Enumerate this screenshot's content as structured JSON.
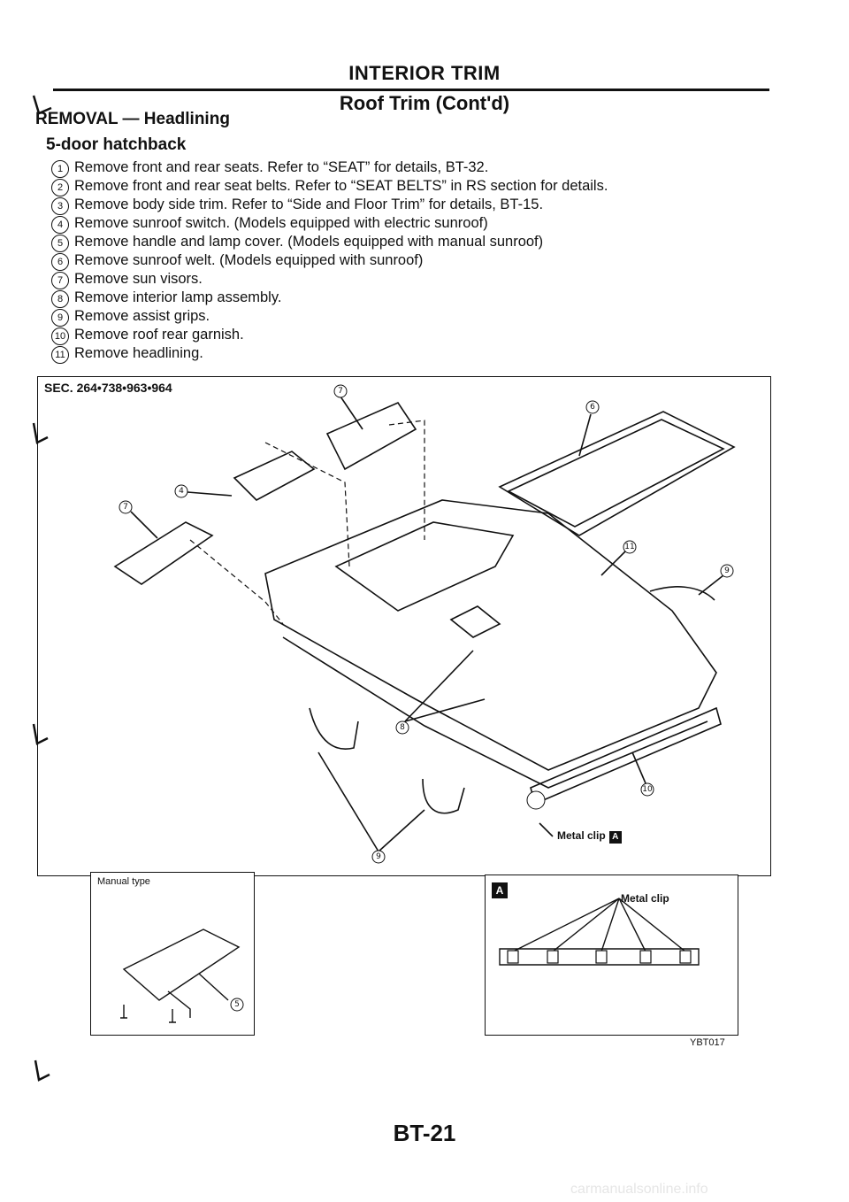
{
  "header": {
    "section_title": "INTERIOR TRIM",
    "subsection_title": "Roof Trim (Cont'd)"
  },
  "removal": {
    "heading": "REMOVAL — Headlining",
    "body_type": "5-door hatchback",
    "steps": [
      {
        "num": "1",
        "text": "Remove front and rear seats. Refer to “SEAT” for details, BT-32."
      },
      {
        "num": "2",
        "text": "Remove front and rear seat belts. Refer to “SEAT BELTS” in RS section for details."
      },
      {
        "num": "3",
        "text": "Remove body side trim. Refer to “Side and Floor Trim” for details, BT-15."
      },
      {
        "num": "4",
        "text": "Remove sunroof switch. (Models equipped with electric sunroof)"
      },
      {
        "num": "5",
        "text": "Remove handle and lamp cover. (Models equipped with manual sunroof)"
      },
      {
        "num": "6",
        "text": "Remove sunroof welt. (Models equipped with sunroof)"
      },
      {
        "num": "7",
        "text": "Remove sun visors."
      },
      {
        "num": "8",
        "text": "Remove interior lamp assembly."
      },
      {
        "num": "9",
        "text": "Remove assist grips."
      },
      {
        "num": "10",
        "text": "Remove roof rear garnish."
      },
      {
        "num": "11",
        "text": "Remove headlining."
      }
    ]
  },
  "figure": {
    "section_ref": "SEC. 264•738•963•964",
    "manual_label": "Manual type",
    "detail_letter": "A",
    "metal_clip_label": "Metal clip",
    "figure_code": "YBT017",
    "callouts": {
      "c7a": "7",
      "c6": "6",
      "c4": "4",
      "c7b": "7",
      "c11": "11",
      "c9a": "9",
      "c8": "8",
      "c10": "10",
      "c9b": "9",
      "c5": "5"
    }
  },
  "footer": {
    "page_number": "BT-21",
    "watermark": "carmanualsonline.info"
  }
}
